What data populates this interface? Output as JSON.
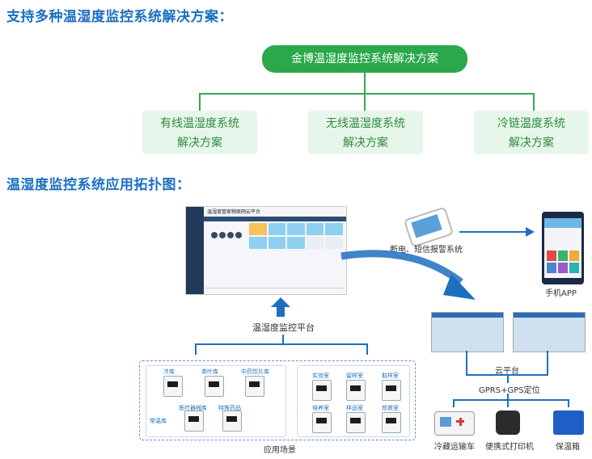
{
  "sections": {
    "solutions_title": "支持多种温湿度监控系统解决方案：",
    "topology_title": "温湿度监控系统应用拓扑图："
  },
  "solution_tree": {
    "root": "金博温湿度监控系统解决方案",
    "children": [
      {
        "line1": "有线温湿度系统",
        "line2": "解决方案"
      },
      {
        "line1": "无线温湿度系统",
        "line2": "解决方案"
      },
      {
        "line1": "冷链温度系统",
        "line2": "解决方案"
      }
    ]
  },
  "topology": {
    "dashboard_title": "温湿度管家物联网云平台",
    "platform_label": "温湿度监控平台",
    "alarm_label": "断电、短信报警系统",
    "app_label": "手机APP",
    "cloud_label": "云平台",
    "gps_label": "GPRS+GPS定位",
    "vehicles": [
      "冷藏运输车",
      "便携式打印机",
      "保温箱"
    ],
    "scene_label": "应用场景",
    "scene_left": [
      "冷库",
      "茶叶库",
      "中药饮片库",
      "医疗器械库",
      "特殊药品",
      "常温库"
    ],
    "scene_right": [
      "实验室",
      "留样室",
      "取样室",
      "培养室",
      "样品室",
      "抢救室"
    ]
  },
  "colors": {
    "title_blue": "#1c6fc2",
    "green": "#2aa84a",
    "card_bg": "#e7f6ea",
    "line_blue": "#1e6fbf"
  }
}
